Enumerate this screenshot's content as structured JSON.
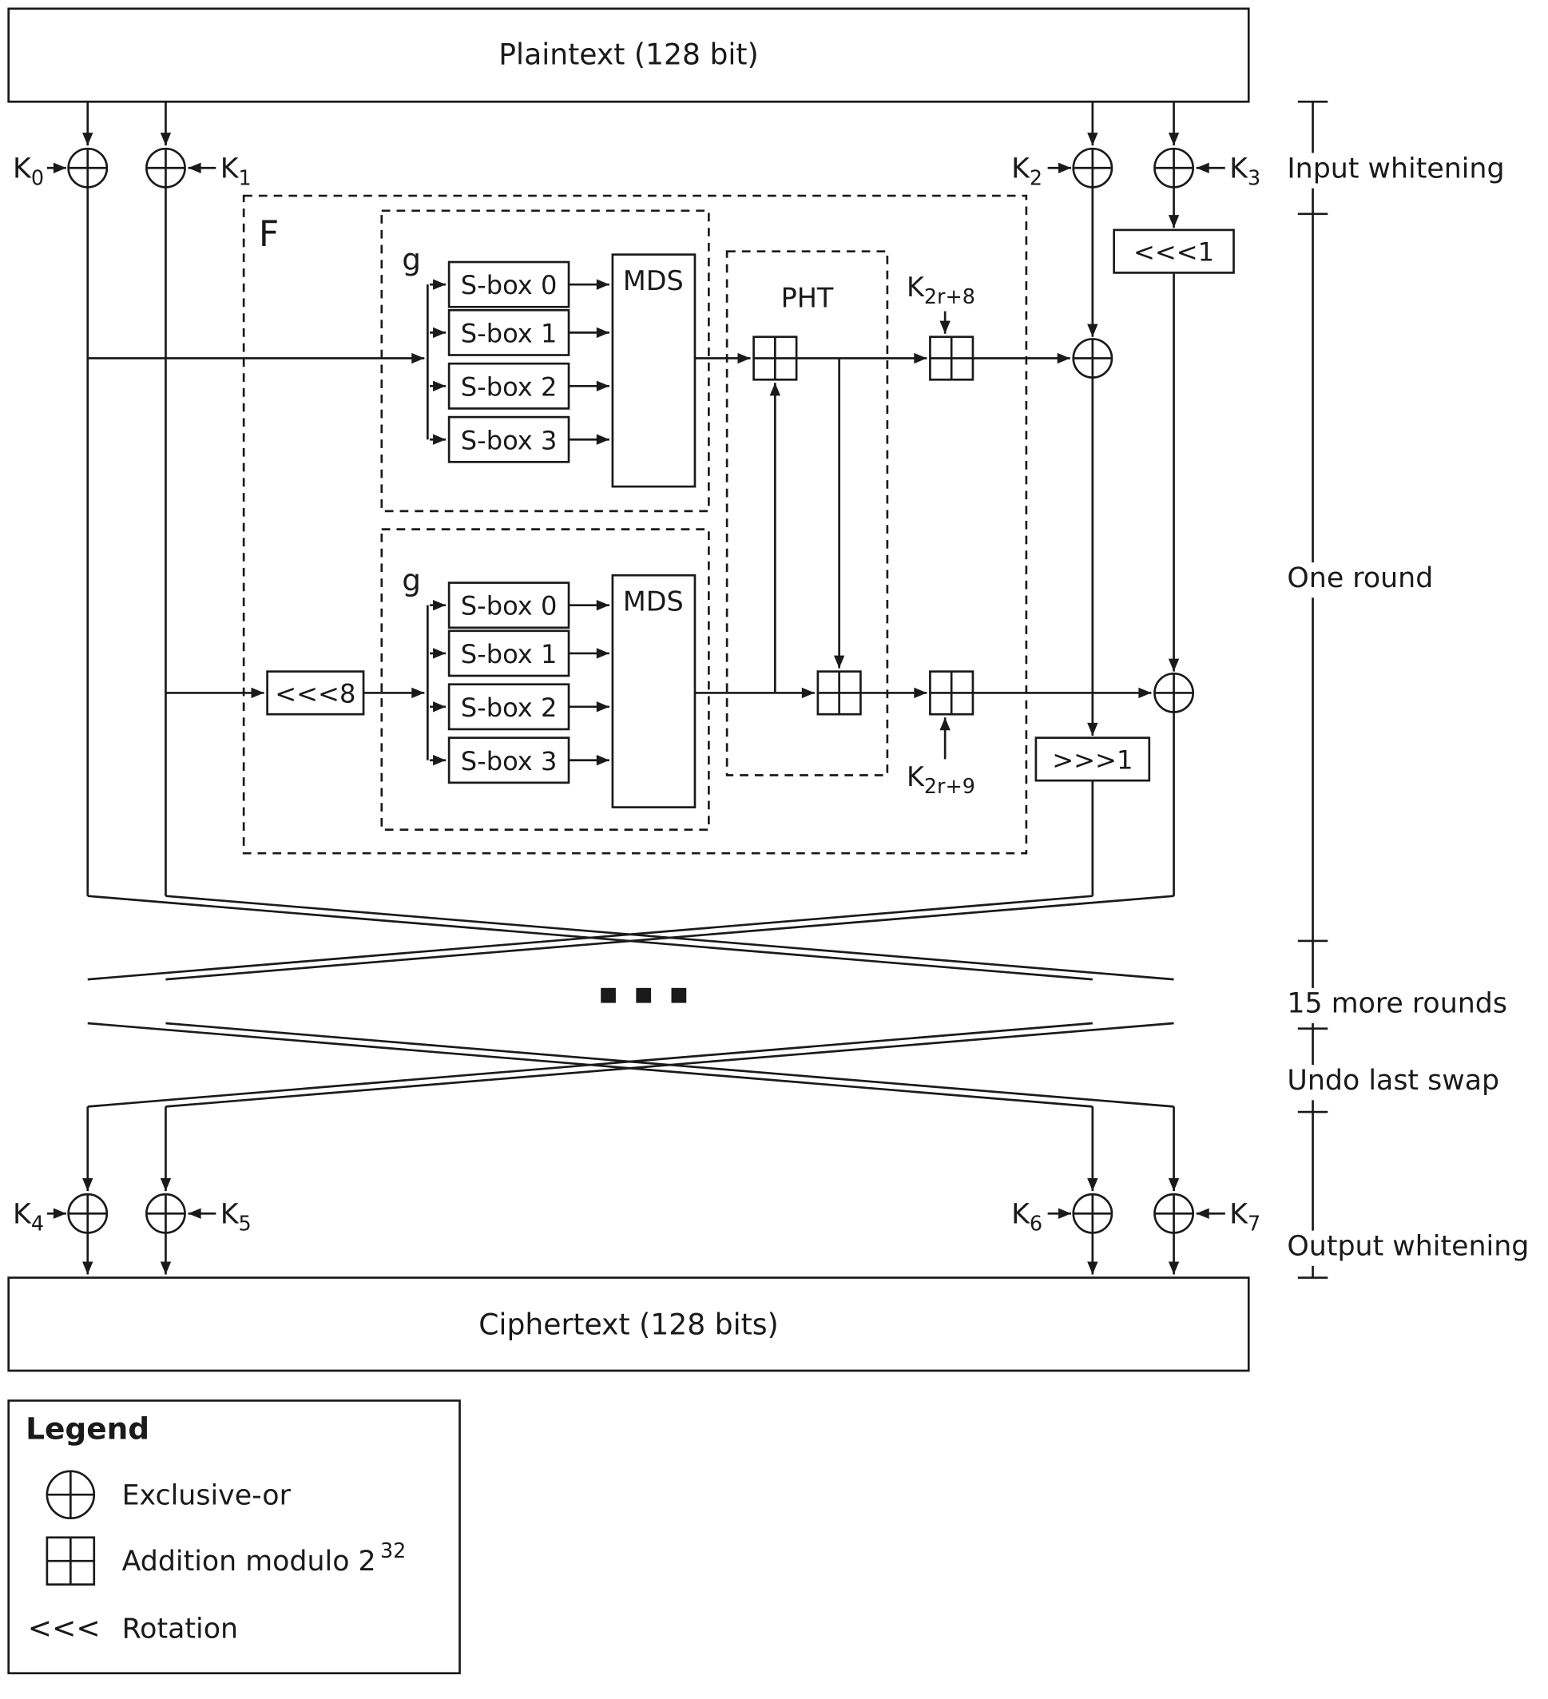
{
  "colors": {
    "ink": "#1a1a1a",
    "paper": "#ffffff"
  },
  "diagram": {
    "plaintext": "Plaintext (128 bit)",
    "ciphertext": "Ciphertext (128 bits)",
    "f": "F",
    "g": "g",
    "pht": "PHT",
    "mds": "MDS",
    "sboxes": [
      "S-box 0",
      "S-box 1",
      "S-box 2",
      "S-box 3"
    ],
    "rol1": "<<<1",
    "rol8": "<<<8",
    "ror1": ">>>1",
    "keys": {
      "k0": {
        "base": "K",
        "sub": "0"
      },
      "k1": {
        "base": "K",
        "sub": "1"
      },
      "k2": {
        "base": "K",
        "sub": "2"
      },
      "k3": {
        "base": "K",
        "sub": "3"
      },
      "k4": {
        "base": "K",
        "sub": "4"
      },
      "k5": {
        "base": "K",
        "sub": "5"
      },
      "k6": {
        "base": "K",
        "sub": "6"
      },
      "k7": {
        "base": "K",
        "sub": "7"
      },
      "k2r8": {
        "base": "K",
        "sub": "2r+8"
      },
      "k2r9": {
        "base": "K",
        "sub": "2r+9"
      }
    }
  },
  "annotations": {
    "input_whitening": "Input whitening",
    "one_round": "One round",
    "more_rounds": "15 more rounds",
    "undo_swap": "Undo last swap",
    "output_whitening": "Output whitening"
  },
  "legend": {
    "title": "Legend",
    "xor_label": "Exclusive-or",
    "add_label": "Addition modulo 2",
    "add_exponent": "32",
    "rotation_symbol": "<<<",
    "rotation_label": "Rotation"
  }
}
